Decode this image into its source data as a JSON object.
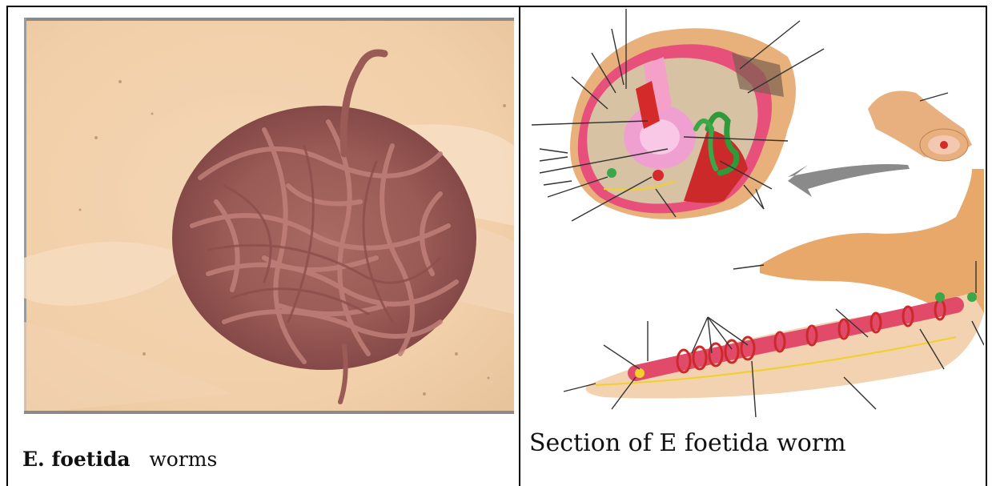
{
  "table": {
    "left_cell": {
      "caption_bold": "E. foetida",
      "caption_rest": "worms",
      "photo_icon": "earthworm-cluster-photo"
    },
    "right_cell": {
      "caption": "Section of E foetida worm",
      "diagram_icon": "earthworm-anatomy-diagram"
    }
  }
}
